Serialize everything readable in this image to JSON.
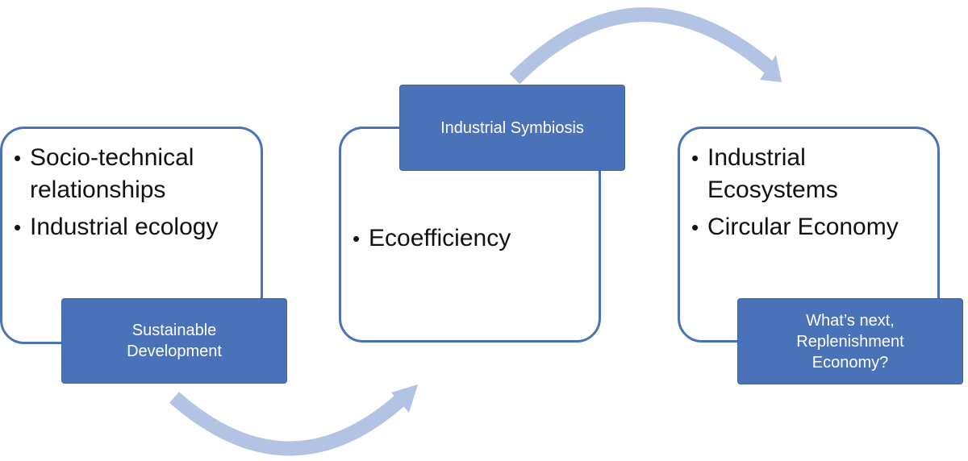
{
  "stages": [
    {
      "label": "Sustainable Development",
      "bullets": [
        "Socio-technical relationships",
        "Industrial ecology"
      ]
    },
    {
      "label": "Industrial Symbiosis",
      "bullets": [
        "Ecoefficiency"
      ]
    },
    {
      "label": "What’s next, Replenishment Economy?",
      "bullets": [
        "Industrial Ecosystems",
        "Circular Economy"
      ]
    }
  ],
  "colors": {
    "box_blue": "#4a72b9",
    "arrow_light_blue": "#b3c3e4"
  }
}
